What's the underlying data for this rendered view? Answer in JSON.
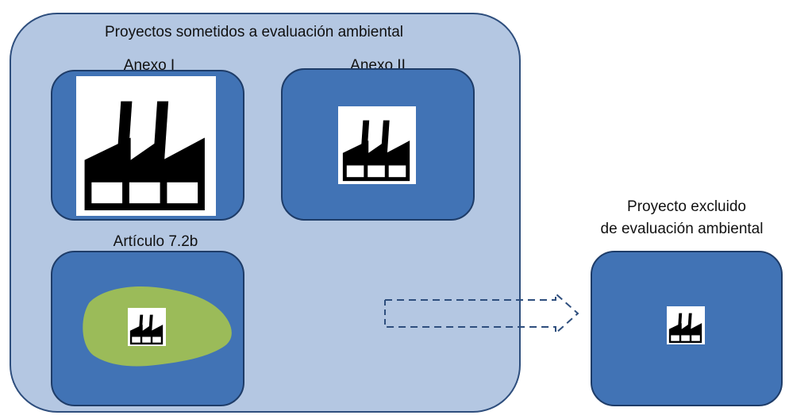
{
  "diagram": {
    "container": {
      "title": "Proyectos sometidos a evaluación ambiental"
    },
    "groups": [
      {
        "id": "anexo-1",
        "label": "Anexo I",
        "icon": "factory-icon"
      },
      {
        "id": "anexo-2",
        "label": "Anexo II",
        "icon": "factory-icon"
      },
      {
        "id": "articulo-7-2b",
        "label": "Artículo 7.2b",
        "icon": "factory-icon",
        "area": "green-area"
      }
    ],
    "excluded": {
      "label_line1": "Proyecto excluido",
      "label_line2": "de evaluación ambiental",
      "icon": "factory-icon"
    },
    "arrow": {
      "style": "dashed",
      "direction": "right"
    },
    "colors": {
      "container_fill": "#b4c7e2",
      "box_fill": "#4173b5",
      "box_border": "#1e3c68",
      "green_area": "#9bbb59"
    }
  }
}
